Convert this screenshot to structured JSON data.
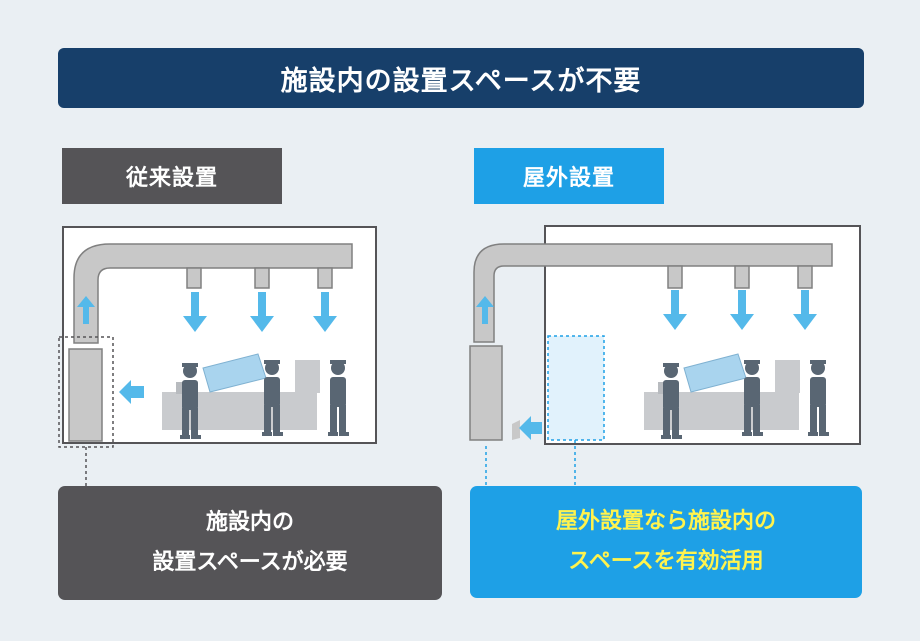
{
  "title": "施設内の設置スペースが不要",
  "left": {
    "tag": "従来設置",
    "note_line1": "施設内の",
    "note_line2": "設置スペースが必要"
  },
  "right": {
    "tag": "屋外設置",
    "note_line1": "屋外設置なら施設内の",
    "note_line2": "スペースを有効活用"
  },
  "colors": {
    "banner": "#173f6a",
    "tag_conventional": "#555457",
    "tag_outdoor": "#1ea0e6",
    "arrow": "#54b9ea",
    "worker": "#596673",
    "highlight_text": "#fff34d"
  }
}
